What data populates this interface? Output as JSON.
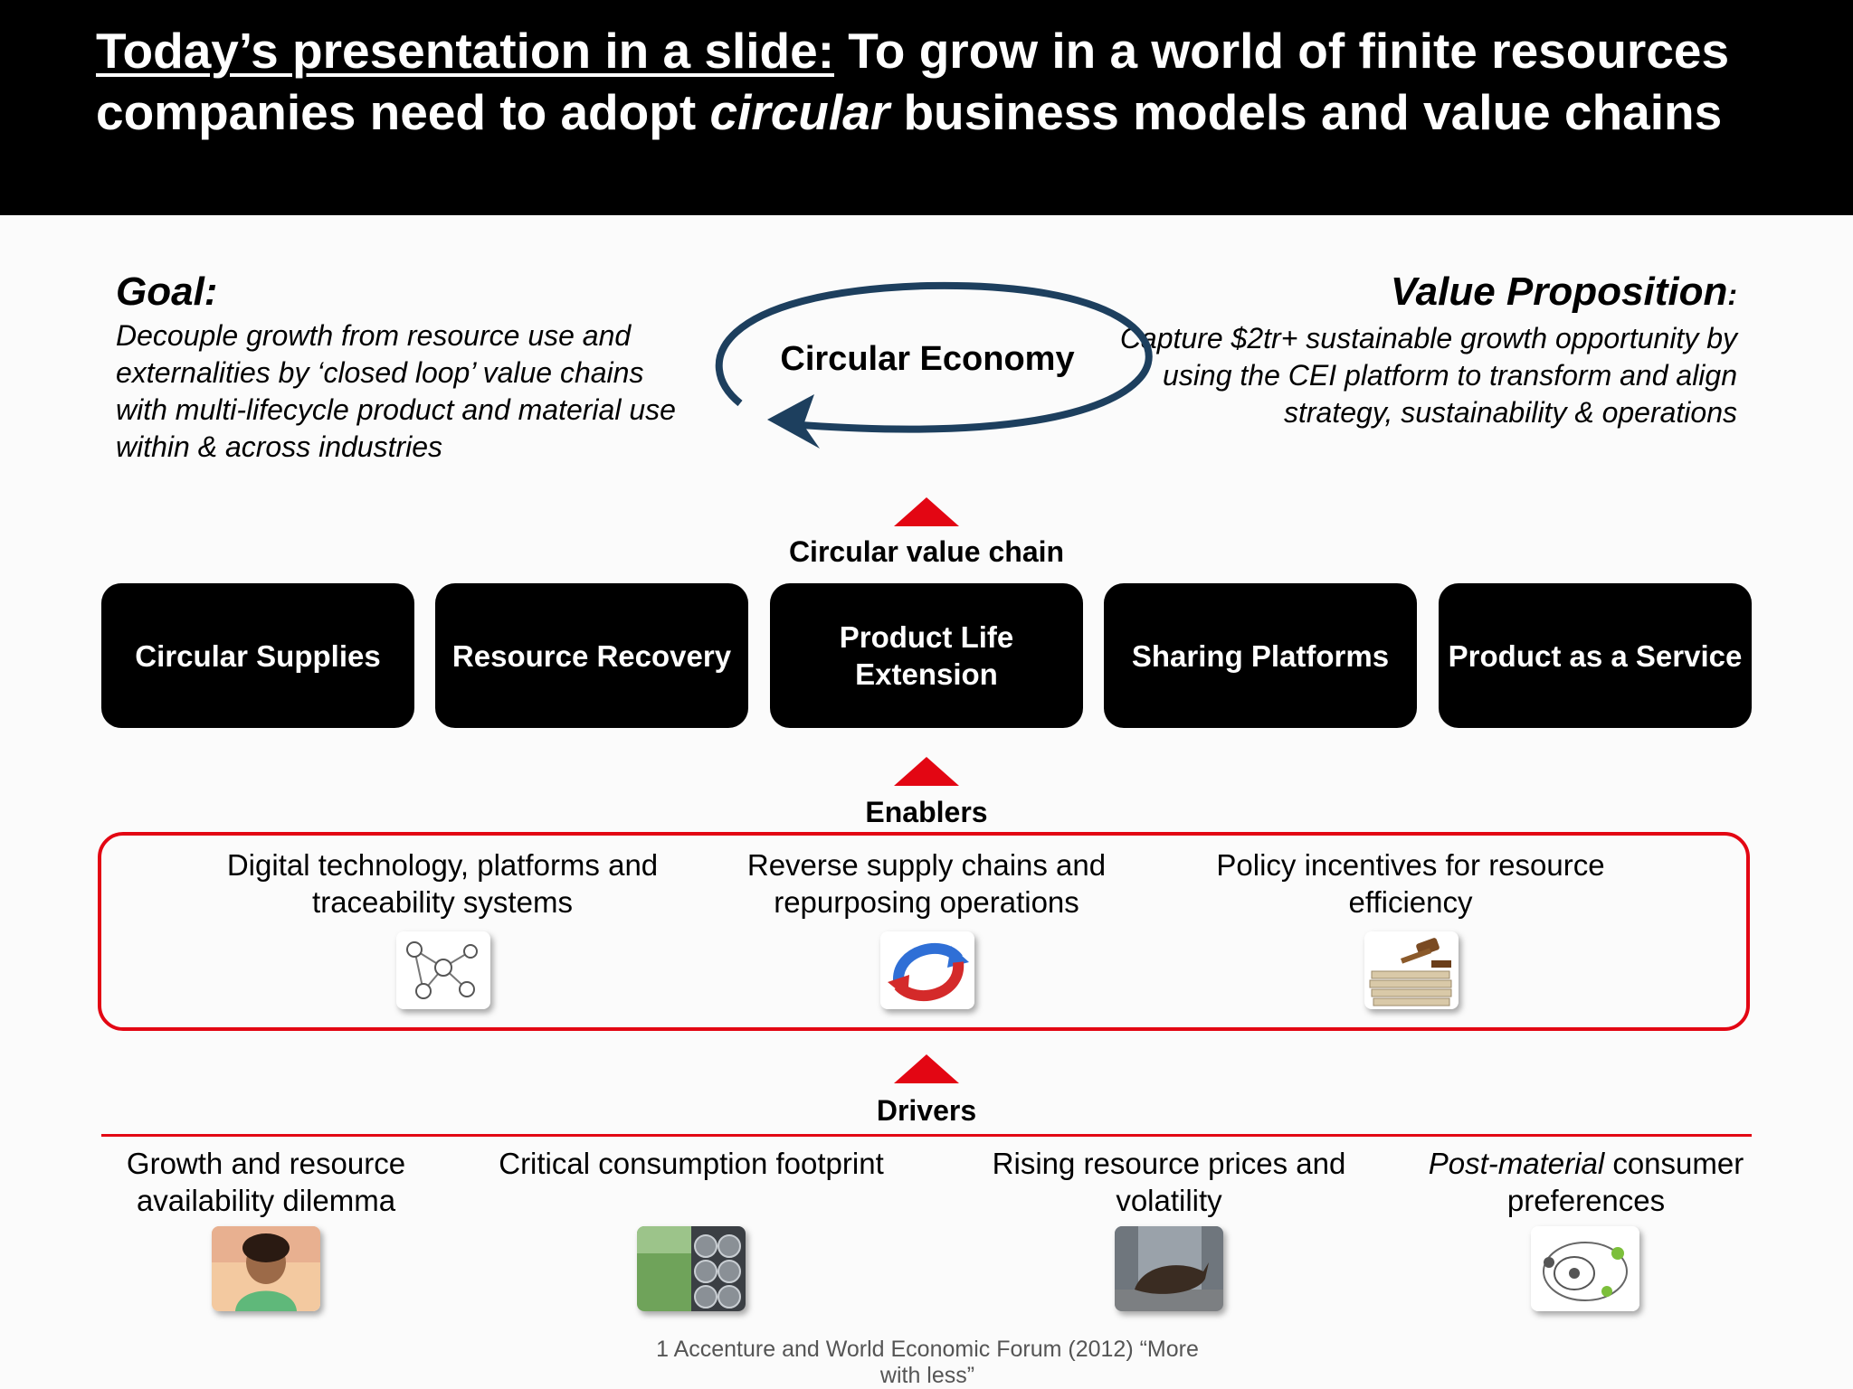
{
  "header": {
    "title_lead": "Today’s presentation in a slide:",
    "title_rest_1": " To grow in a world of finite resources companies need to adopt ",
    "title_italic": "circular",
    "title_rest_2": " business models and value chains"
  },
  "goal": {
    "heading": "Goal:",
    "text": "Decouple growth from resource use and externalities by ‘closed loop’ value chains with multi-lifecycle product and material use within & across industries"
  },
  "value_proposition": {
    "heading": "Value Proposition",
    "colon": ":",
    "text": "Capture $2tr+ sustainable growth opportunity by using the CEI platform to transform and align strategy, sustainability & operations"
  },
  "circular_economy_label": "Circular Economy",
  "circular_value_chain": {
    "label": "Circular value chain",
    "items": [
      "Circular Supplies",
      "Resource Recovery",
      "Product Life Extension",
      "Sharing Platforms",
      "Product as a Service"
    ]
  },
  "enablers": {
    "label": "Enablers",
    "items": [
      {
        "text": "Digital technology, platforms and traceability systems",
        "icon": "network-diagram-icon"
      },
      {
        "text": "Reverse supply chains and repurposing operations",
        "icon": "reverse-arrows-icon"
      },
      {
        "text": "Policy incentives for resource efficiency",
        "icon": "gavel-icon"
      }
    ]
  },
  "drivers": {
    "label": "Drivers",
    "items": [
      {
        "text": "Growth and resource availability dilemma",
        "icon": "child-photo-icon"
      },
      {
        "text": "Critical consumption footprint",
        "icon": "resources-photo-icon"
      },
      {
        "text": "Rising resource prices and volatility",
        "icon": "bull-photo-icon"
      },
      {
        "text_italic": "Post-material",
        "text": " consumer preferences",
        "icon": "lifecycle-diagram-icon"
      }
    ]
  },
  "footnote": "1 Accenture and World Economic Forum (2012) “More with less”",
  "colors": {
    "accent_red": "#e30613",
    "loop_blue": "#1d3f5e",
    "box_black": "#000000"
  }
}
